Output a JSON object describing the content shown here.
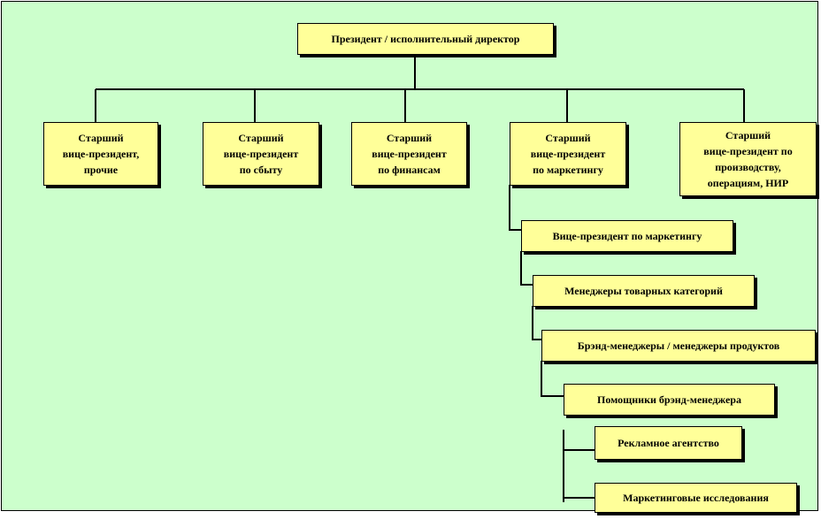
{
  "colors": {
    "background": "#ccffcc",
    "box_fill": "#ffff99",
    "lines": "#000000"
  },
  "president": "Президент / исполнительный директор",
  "vice_presidents": [
    "Старший\nвице-президент,\nпрочие",
    "Старший\nвице-президент\nпо сбыту",
    "Старший\nвице-президент\nпо финансам",
    "Старший\nвице-президент\nпо маркетингу",
    "Старший\nвице-президент по\nпроизводству,\nоперациям, НИР"
  ],
  "marketing_chain": [
    "Вице-президент по маркетингу",
    "Менеджеры товарных категорий",
    "Брэнд-менеджеры / менеджеры продуктов",
    "Помощники  брэнд-менеджера"
  ],
  "external": [
    "Рекламное агентство",
    "Маркетинговые исследования"
  ]
}
